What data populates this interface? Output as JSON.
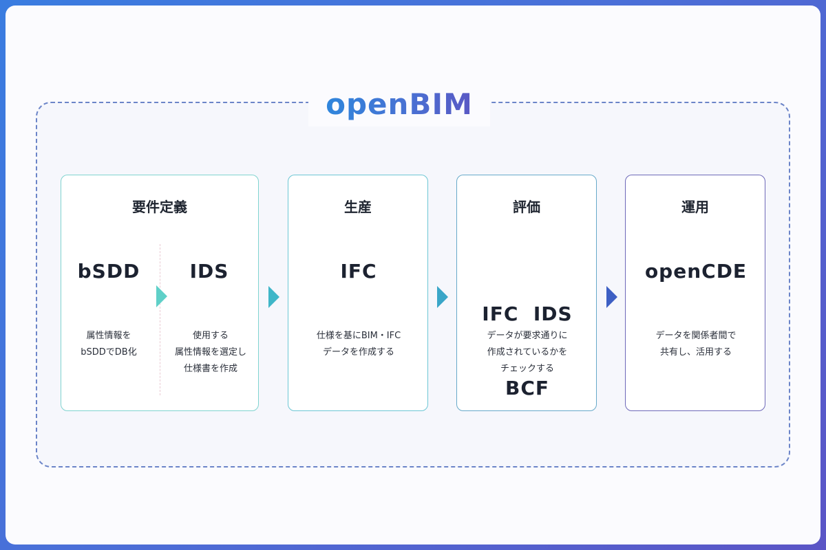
{
  "title": "openBIM",
  "cards": [
    {
      "heading": "要件定義",
      "left": {
        "big": "bSDD",
        "desc_lines": [
          "属性情報を",
          "bSDDでDB化"
        ]
      },
      "right": {
        "big": "IDS",
        "desc_lines": [
          "使用する",
          "属性情報を選定し",
          "仕様書を作成"
        ]
      }
    },
    {
      "heading": "生産",
      "big_lines": [
        "IFC"
      ],
      "desc_lines": [
        "仕様を基にBIM・IFC",
        "データを作成する"
      ]
    },
    {
      "heading": "評価",
      "big_lines": [
        "IFC  IDS",
        "BCF"
      ],
      "desc_lines": [
        "データが要求通りに",
        "作成されているかを",
        "チェックする"
      ]
    },
    {
      "heading": "運用",
      "big_lines": [
        "openCDE"
      ],
      "desc_lines": [
        "データを関係者間で",
        "共有し、活用する"
      ]
    }
  ],
  "colors": {
    "teal_border": "#7fd3cf",
    "purple_border": "#6d68b8",
    "arrow_teal": "#3fb6c8",
    "arrow_blue": "#3d5fc4",
    "title_blue": "#3f7ad6"
  }
}
